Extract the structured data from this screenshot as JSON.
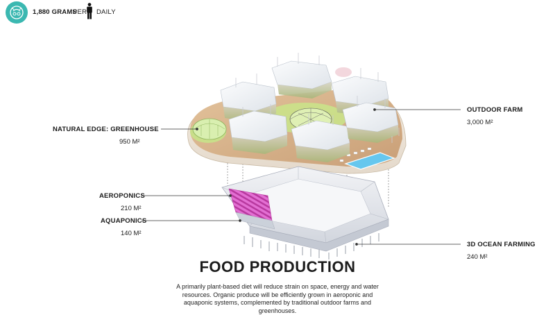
{
  "header": {
    "icon": "food-icon",
    "grams": "1,880 GRAMS",
    "per": "PER",
    "person_icon": "person-icon",
    "daily": "DAILY"
  },
  "callouts": {
    "natural_edge": {
      "name": "NATURAL EDGE: GREENHOUSE",
      "area": "950 M²"
    },
    "outdoor_farm": {
      "name": "OUTDOOR FARM",
      "area": "3,000 M²"
    },
    "aeroponics": {
      "name": "AEROPONICS",
      "area": "210 M²"
    },
    "aquaponics": {
      "name": "AQUAPONICS",
      "area": "140 M²"
    },
    "ocean_farming": {
      "name": "3D OCEAN FARMING",
      "area": "240 M²"
    }
  },
  "title": "FOOD PRODUCTION",
  "description": "A primarily plant-based diet will reduce strain on space, energy and water resources.  Organic produce will be efficiently grown in aeroponic and aquaponic systems, complemented by traditional outdoor farms and greenhouses.",
  "colors": {
    "accent": "#3bb8b1",
    "deck": "#d7b48f",
    "grass": "#c9e58a",
    "glass": "#eef1f5",
    "aeroponics": "#e36fd3",
    "pool": "#66c7ee"
  }
}
